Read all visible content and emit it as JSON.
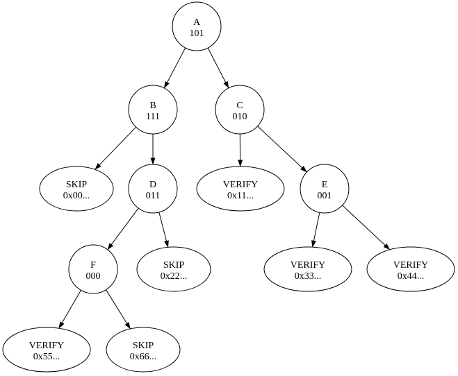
{
  "diagram": {
    "type": "merkle-verification-tree",
    "background_color": "#ffffff",
    "stroke_color": "#000000",
    "text_color": "#000000",
    "nodes": [
      {
        "id": "A",
        "shape": "circle",
        "line1": "A",
        "line2": "101"
      },
      {
        "id": "B",
        "shape": "circle",
        "line1": "B",
        "line2": "111"
      },
      {
        "id": "C",
        "shape": "circle",
        "line1": "C",
        "line2": "010"
      },
      {
        "id": "skip00",
        "shape": "ellipse",
        "line1": "SKIP",
        "line2": "0x00..."
      },
      {
        "id": "D",
        "shape": "circle",
        "line1": "D",
        "line2": "011"
      },
      {
        "id": "verify11",
        "shape": "ellipse",
        "line1": "VERIFY",
        "line2": "0x11..."
      },
      {
        "id": "E",
        "shape": "circle",
        "line1": "E",
        "line2": "001"
      },
      {
        "id": "F",
        "shape": "circle",
        "line1": "F",
        "line2": "000"
      },
      {
        "id": "skip22",
        "shape": "ellipse",
        "line1": "SKIP",
        "line2": "0x22..."
      },
      {
        "id": "verify33",
        "shape": "ellipse",
        "line1": "VERIFY",
        "line2": "0x33..."
      },
      {
        "id": "verify44",
        "shape": "ellipse",
        "line1": "VERIFY",
        "line2": "0x44..."
      },
      {
        "id": "verify55",
        "shape": "ellipse",
        "line1": "VERIFY",
        "line2": "0x55..."
      },
      {
        "id": "skip66",
        "shape": "ellipse",
        "line1": "SKIP",
        "line2": "0x66..."
      }
    ],
    "edges": [
      {
        "from": "A",
        "to": "B"
      },
      {
        "from": "A",
        "to": "C"
      },
      {
        "from": "B",
        "to": "skip00"
      },
      {
        "from": "B",
        "to": "D"
      },
      {
        "from": "C",
        "to": "verify11"
      },
      {
        "from": "C",
        "to": "E"
      },
      {
        "from": "D",
        "to": "F"
      },
      {
        "from": "D",
        "to": "skip22"
      },
      {
        "from": "E",
        "to": "verify33"
      },
      {
        "from": "E",
        "to": "verify44"
      },
      {
        "from": "F",
        "to": "verify55"
      },
      {
        "from": "F",
        "to": "skip66"
      }
    ]
  }
}
